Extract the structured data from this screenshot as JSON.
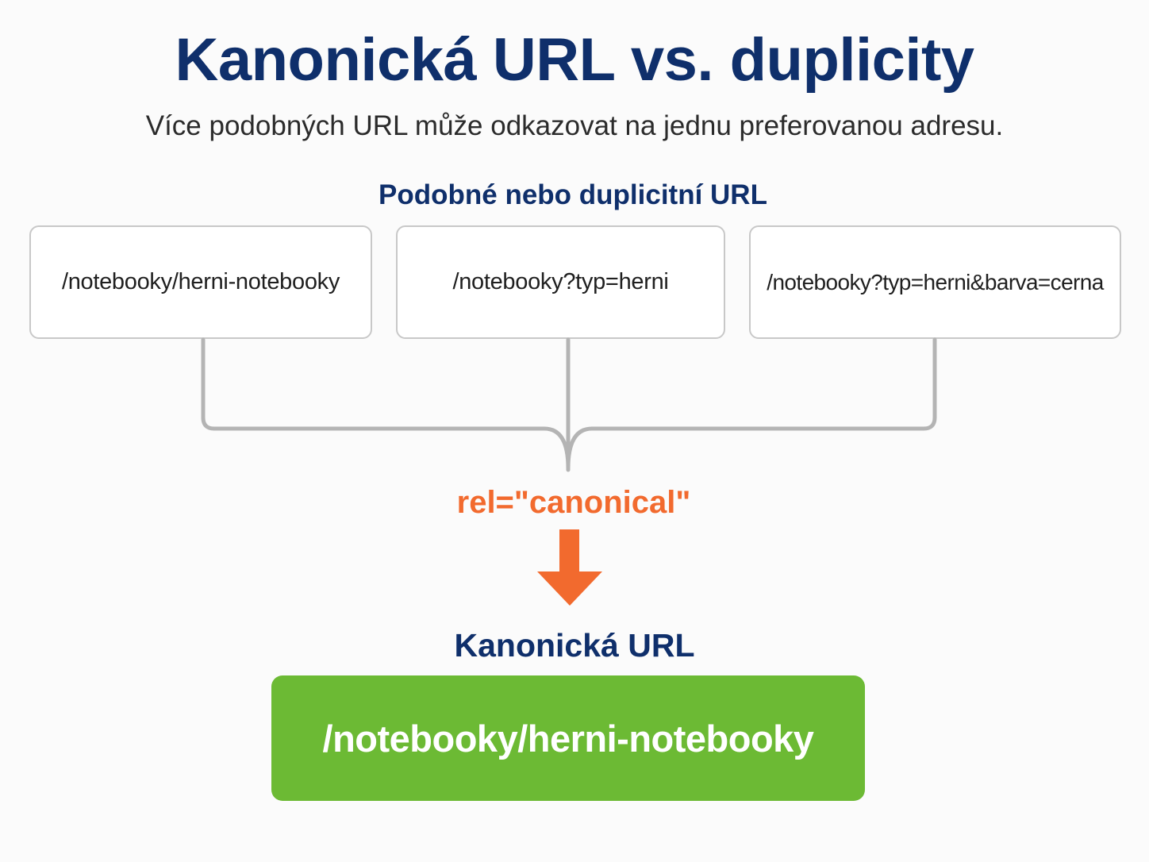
{
  "title": "Kanonická URL vs. duplicity",
  "subtitle": "Více podobných URL může odkazovat na jednu preferovanou adresu.",
  "duplicates": {
    "label": "Podobné nebo duplicitní URL",
    "urls": [
      "/notebooky/herni-notebooky",
      "/notebooky?typ=herni",
      "/notebooky?typ=herni&barva=cerna"
    ]
  },
  "rel_label": "rel=\"canonical\"",
  "canonical": {
    "label": "Kanonická URL",
    "url": "/notebooky/herni-notebooky"
  },
  "colors": {
    "heading": "#0f2f6b",
    "accent_orange": "#f26a2e",
    "canonical_green": "#6cba34",
    "connector_gray": "#b4b4b4"
  }
}
